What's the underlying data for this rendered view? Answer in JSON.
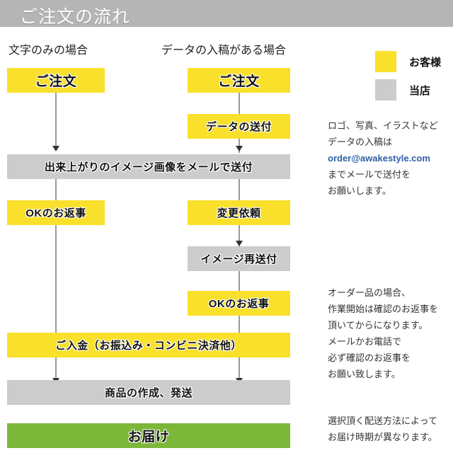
{
  "header": {
    "title": "ご注文の流れ",
    "bar_color": "#b5b5b5",
    "title_color": "#ffffff"
  },
  "columns": {
    "left_caption": "文字のみの場合",
    "right_caption": "データの入稿がある場合"
  },
  "legend": {
    "items": [
      {
        "label": "お客様",
        "color": "#f9e02b",
        "swatch": "yellow-square"
      },
      {
        "label": "当店",
        "color": "#cccccc",
        "swatch": "gray-square"
      }
    ]
  },
  "flow": {
    "left": [
      {
        "id": "order-left",
        "label": "ご注文",
        "color": "yellow"
      },
      {
        "id": "ok-reply-left",
        "label": "OKのお返事",
        "color": "yellow"
      }
    ],
    "right": [
      {
        "id": "order-right",
        "label": "ご注文",
        "color": "yellow"
      },
      {
        "id": "send-data",
        "label": "データの送付",
        "color": "yellow"
      },
      {
        "id": "change-request",
        "label": "変更依頼",
        "color": "yellow"
      },
      {
        "id": "image-resend",
        "label": "イメージ再送付",
        "color": "gray"
      },
      {
        "id": "ok-reply-right",
        "label": "OKのお返事",
        "color": "yellow"
      }
    ],
    "wide": [
      {
        "id": "image-mail",
        "label": "出来上がりのイメージ画像をメールで送付",
        "color": "gray"
      },
      {
        "id": "payment",
        "label": "ご入金（お振込み・コンビニ決済他）",
        "color": "yellow"
      },
      {
        "id": "make-ship",
        "label": "商品の作成、発送",
        "color": "gray"
      },
      {
        "id": "delivery",
        "label": "お届け",
        "color": "green"
      }
    ]
  },
  "notes": {
    "data_submission": {
      "lines": [
        "ロゴ、写真、イラストなど",
        "データの入稿は"
      ],
      "email": "order@awakestyle.com",
      "lines_after": [
        "までメールで送付を",
        "お願いします。"
      ]
    },
    "order_confirmation": {
      "lines": [
        "オーダー品の場合、",
        "作業開始は確認のお返事を",
        "頂いてからになります。",
        "メールかお電話で",
        "必ず確認のお返事を",
        "お願い致します。"
      ]
    },
    "shipping": {
      "lines": [
        "選択頂く配送方法によって",
        "お届け時期が異なります。"
      ]
    }
  },
  "colors": {
    "customer": "#f9e02b",
    "shop": "#cccccc",
    "delivery": "#7cb73a",
    "link": "#2f5fa6",
    "connector": "#9a9a9a"
  }
}
